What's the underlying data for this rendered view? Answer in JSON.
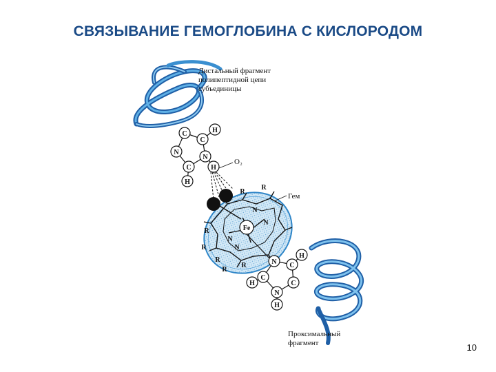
{
  "slide": {
    "title": "СВЯЗЫВАНИЕ ГЕМОГЛОБИНА С КИСЛОРОДОМ",
    "page_number": "10"
  },
  "diagram": {
    "labels": {
      "distal_line1": "Дистальный фрагмент",
      "distal_line2": "полипептидной цепи",
      "distal_line3": "субъединицы",
      "heme": "Гем",
      "oxygen": "O₂",
      "proximal_line1": "Проксимальный",
      "proximal_line2": "фрагмент",
      "iron": "Fe"
    },
    "r_group": "R",
    "histidine_distal": [
      "C",
      "H",
      "C",
      "N",
      "N",
      "C",
      "H",
      "H"
    ],
    "histidine_proximal": [
      "N",
      "C",
      "H",
      "C",
      "C",
      "H",
      "N",
      "H"
    ],
    "porphyrin_nitrogens": [
      "N",
      "N",
      "N",
      "N"
    ],
    "colors": {
      "helix": "#3a8fd0",
      "helix_dark": "#1f5fa6",
      "title": "#1a4a86",
      "disk_fill": "#cfe6f5",
      "disk_stroke": "#2f86c8"
    }
  }
}
